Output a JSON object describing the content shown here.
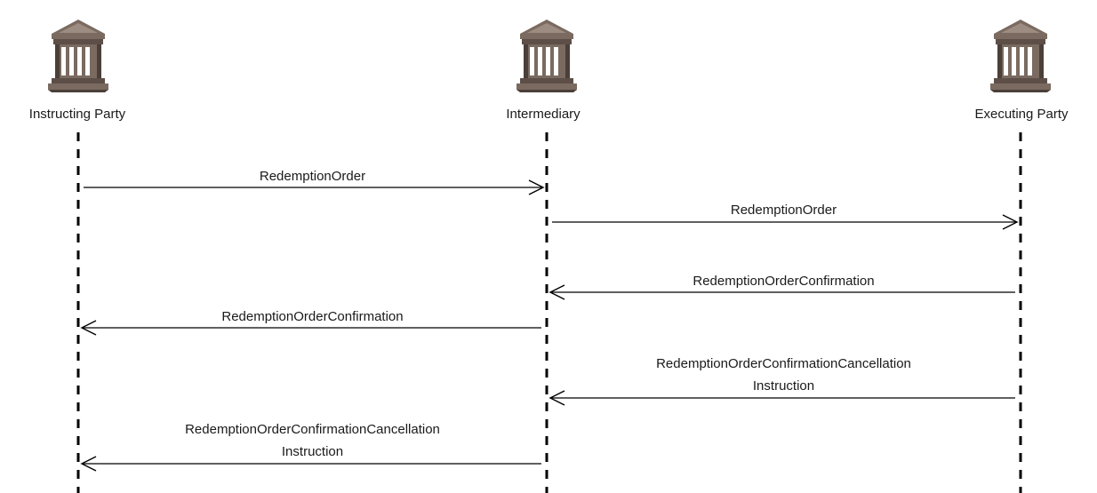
{
  "colors": {
    "icon_fill": "#7a6a60",
    "icon_dark": "#4b3f39",
    "line": "#000000",
    "text": "#1a1a1a"
  },
  "icon_name": "bank-building-icon",
  "parties": [
    {
      "id": "instructing",
      "label": "Instructing Party"
    },
    {
      "id": "intermediary",
      "label": "Intermediary"
    },
    {
      "id": "executing",
      "label": "Executing Party"
    }
  ],
  "messages": [
    {
      "from": "instructing",
      "to": "intermediary",
      "lines": [
        "RedemptionOrder"
      ]
    },
    {
      "from": "intermediary",
      "to": "executing",
      "lines": [
        "RedemptionOrder"
      ]
    },
    {
      "from": "executing",
      "to": "intermediary",
      "lines": [
        "RedemptionOrderConfirmation"
      ]
    },
    {
      "from": "intermediary",
      "to": "instructing",
      "lines": [
        "RedemptionOrderConfirmation"
      ]
    },
    {
      "from": "executing",
      "to": "intermediary",
      "lines": [
        "RedemptionOrderConfirmationCancellation",
        "Instruction"
      ]
    },
    {
      "from": "intermediary",
      "to": "instructing",
      "lines": [
        "RedemptionOrderConfirmationCancellation",
        "Instruction"
      ]
    }
  ]
}
